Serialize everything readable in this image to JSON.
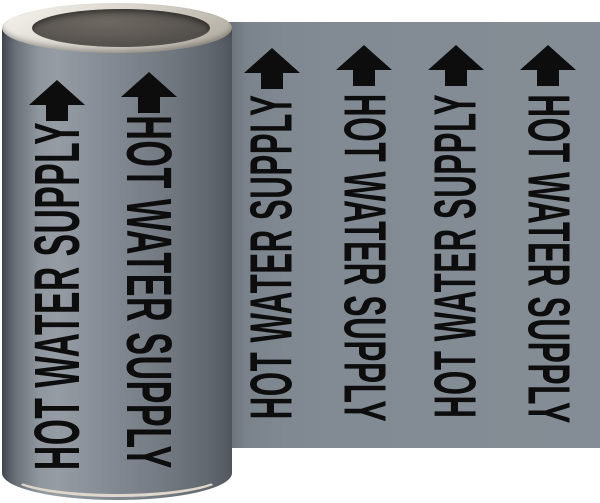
{
  "label_text": "HOT WATER SUPPLY",
  "arrow_direction": "up",
  "colors": {
    "tape_gray": "#828A93",
    "print_black": "#0D0D0D",
    "roll_rim_light": "#DED7CC",
    "roll_core_dark": "#57524E",
    "background": "#FFFFFF"
  },
  "columns": [
    {
      "surface": "roll",
      "reading": "bottom-to-top",
      "arrow": "up",
      "text": "HOT WATER SUPPLY"
    },
    {
      "surface": "roll",
      "reading": "top-to-bottom",
      "arrow": "up",
      "text": "HOT WATER SUPPLY"
    },
    {
      "surface": "flat-tape",
      "reading": "bottom-to-top",
      "arrow": "up",
      "text": "HOT WATER SUPPLY"
    },
    {
      "surface": "flat-tape",
      "reading": "top-to-bottom",
      "arrow": "up",
      "text": "HOT WATER SUPPLY"
    },
    {
      "surface": "flat-tape",
      "reading": "bottom-to-top",
      "arrow": "up",
      "text": "HOT WATER SUPPLY"
    },
    {
      "surface": "flat-tape",
      "reading": "top-to-bottom",
      "arrow": "up",
      "text": "HOT WATER SUPPLY"
    }
  ]
}
